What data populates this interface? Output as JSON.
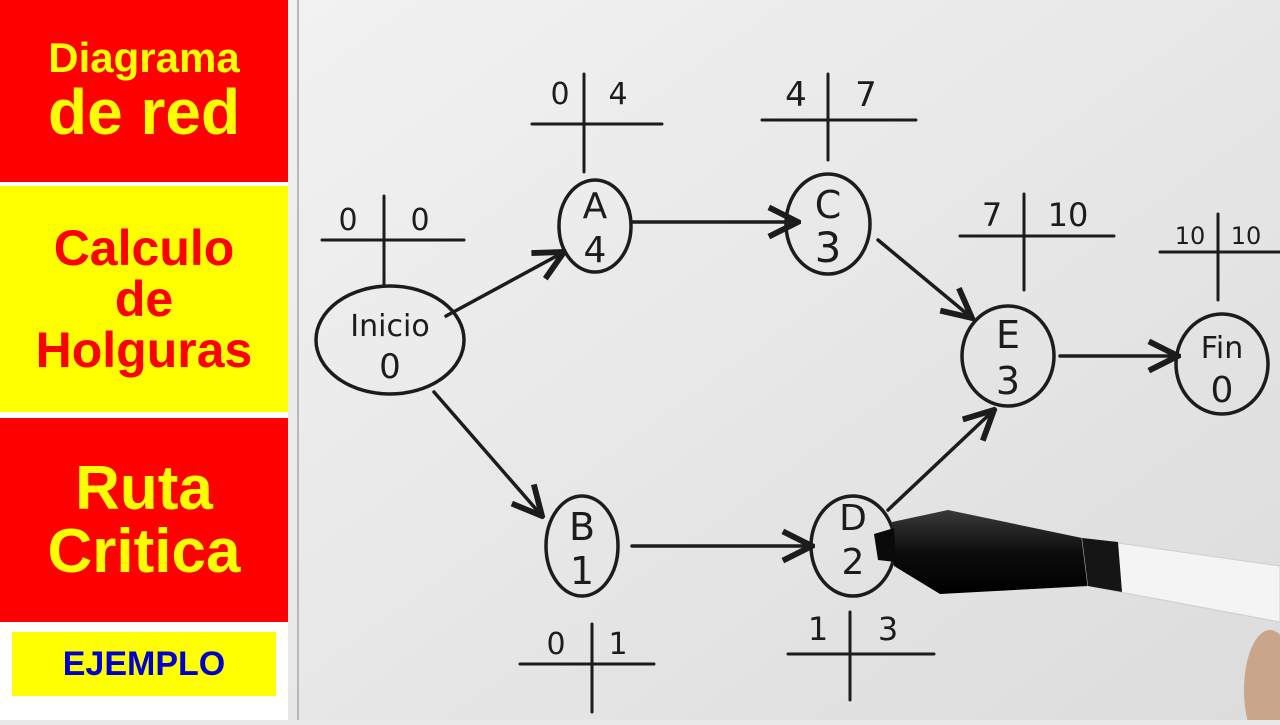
{
  "sidebar": {
    "title_line1": "Diagrama",
    "title_line2": "de red",
    "sub_line1": "Calculo",
    "sub_line2": "de",
    "sub_line3": "Holguras",
    "path_line1": "Ruta",
    "path_line2": "Critica",
    "example": "EJEMPLO"
  },
  "colors": {
    "red": "#ff0000",
    "yellow": "#ffff00",
    "blue": "#0000cc",
    "ink": "#1c1c1c"
  },
  "diagram": {
    "nodes": {
      "inicio": {
        "name": "Inicio",
        "duration": "0",
        "es": "0",
        "ef": "0"
      },
      "a": {
        "name": "A",
        "duration": "4",
        "es": "0",
        "ef": "4"
      },
      "b": {
        "name": "B",
        "duration": "1",
        "es": "0",
        "ef": "1"
      },
      "c": {
        "name": "C",
        "duration": "3",
        "es": "4",
        "ef": "7"
      },
      "d": {
        "name": "D",
        "duration": "2",
        "es": "1",
        "ef": "3"
      },
      "e": {
        "name": "E",
        "duration": "3",
        "es": "7",
        "ef": "10"
      },
      "fin": {
        "name": "Fin",
        "duration": "0",
        "es": "10",
        "ef": "10"
      }
    }
  }
}
